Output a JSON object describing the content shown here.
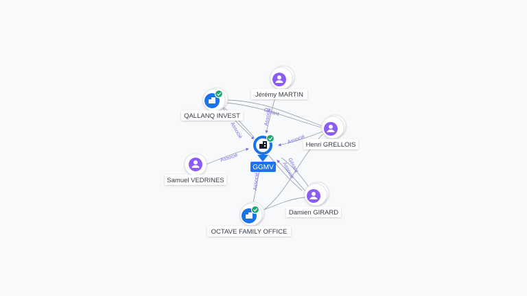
{
  "center": {
    "label": "GGMV",
    "verified": true,
    "icon": "building-icon"
  },
  "nodes": [
    {
      "id": "qallanq",
      "label": "QALLANQ INVEST",
      "kind": "company",
      "verified": true,
      "icon": "building-icon"
    },
    {
      "id": "jeremy",
      "label": "Jérémy MARTIN",
      "kind": "person",
      "verified": false,
      "icon": "person-icon"
    },
    {
      "id": "henri",
      "label": "Henri GRELLOIS",
      "kind": "person",
      "verified": false,
      "icon": "person-icon"
    },
    {
      "id": "samuel",
      "label": "Samuel VEDRINES",
      "kind": "person",
      "verified": false,
      "icon": "person-icon"
    },
    {
      "id": "damien",
      "label": "Damien GIRARD",
      "kind": "person",
      "verified": false,
      "icon": "person-icon"
    },
    {
      "id": "octave",
      "label": "OCTAVE FAMILY OFFICE",
      "kind": "company",
      "verified": true,
      "icon": "building-icon"
    }
  ],
  "edge_labels": {
    "qallanq_center": "Associé",
    "jeremy_center": "Associé",
    "qallanq_henri": "Gérant",
    "henri_center": "Associé",
    "samuel_center": "Associé",
    "octave_center": "Associé",
    "damien_center_a": "Associé",
    "damien_center_b": "Gérant"
  },
  "colors": {
    "company": "#1a73e8",
    "person": "#8b5cf6",
    "verified": "#1ea672",
    "edge_label": "#7b6ee0",
    "center_badge": "#1a73e8"
  }
}
